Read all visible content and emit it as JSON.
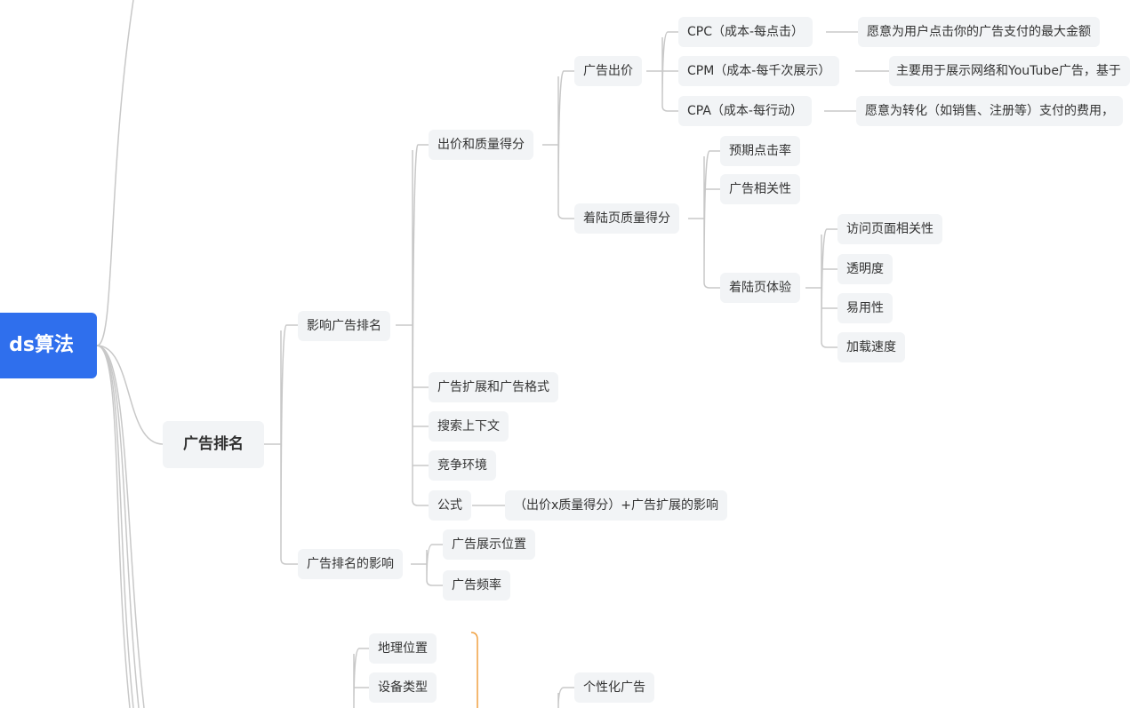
{
  "root": "ds算法",
  "ranking": {
    "title": "广告排名",
    "factors": {
      "title": "影响广告排名",
      "bid_quality": {
        "title": "出价和质量得分",
        "bidding": {
          "title": "广告出价",
          "items": [
            {
              "label": "CPC（成本-每点击）",
              "desc": "愿意为用户点击你的广告支付的最大金额"
            },
            {
              "label": "CPM（成本-每千次展示）",
              "desc": "主要用于展示网络和YouTube广告，基于"
            },
            {
              "label": "CPA（成本-每行动）",
              "desc": "愿意为转化（如销售、注册等）支付的费用，"
            }
          ]
        },
        "landing_quality": {
          "title": "着陆页质量得分",
          "items": [
            "预期点击率",
            "广告相关性"
          ],
          "experience": {
            "title": "着陆页体验",
            "items": [
              "访问页面相关性",
              "透明度",
              "易用性",
              "加载速度"
            ]
          }
        }
      },
      "others": [
        "广告扩展和广告格式",
        "搜索上下文",
        "竞争环境"
      ],
      "formula": {
        "title": "公式",
        "value": "（出价x质量得分）+广告扩展的影响"
      }
    },
    "effects": {
      "title": "广告排名的影响",
      "items": [
        "广告展示位置",
        "广告频率"
      ]
    }
  },
  "targeting": {
    "items": [
      "地理位置",
      "设备类型"
    ],
    "personalized": "个性化广告"
  },
  "colors": {
    "root": "#2f6fed",
    "node": "#f2f4f6",
    "line": "#c8c8c8",
    "bracket": "#f0a040"
  }
}
